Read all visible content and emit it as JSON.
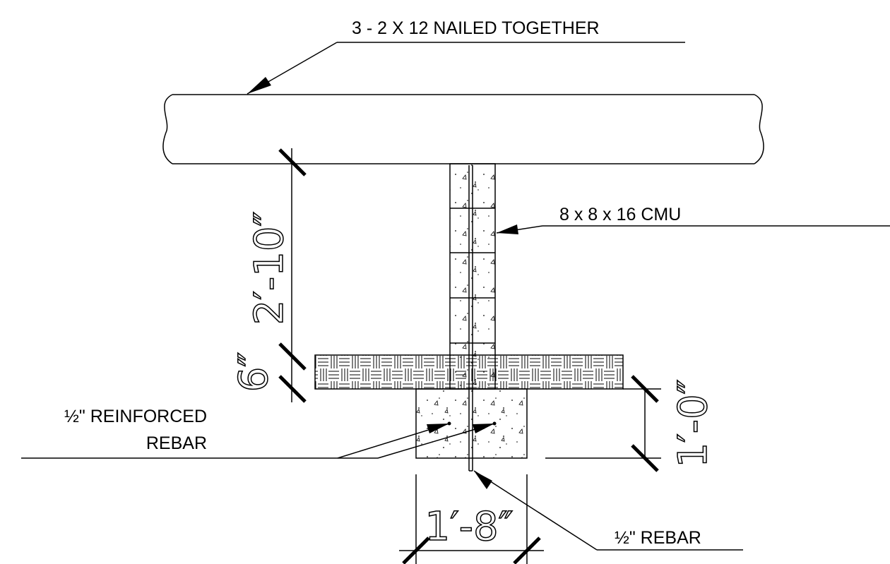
{
  "labels": {
    "beam": "3 - 2 X 12 NAILED TOGETHER",
    "cmu": "8 x 8 x 16 CMU",
    "reinforced_line1": "½\" REINFORCED",
    "reinforced_line2": "REBAR",
    "rebar": "½\" REBAR"
  },
  "dimensions": {
    "wall_height": "2′-10″",
    "slab_thickness": "6″",
    "footing_depth": "1′-0″",
    "footing_width": "1′-8″"
  }
}
